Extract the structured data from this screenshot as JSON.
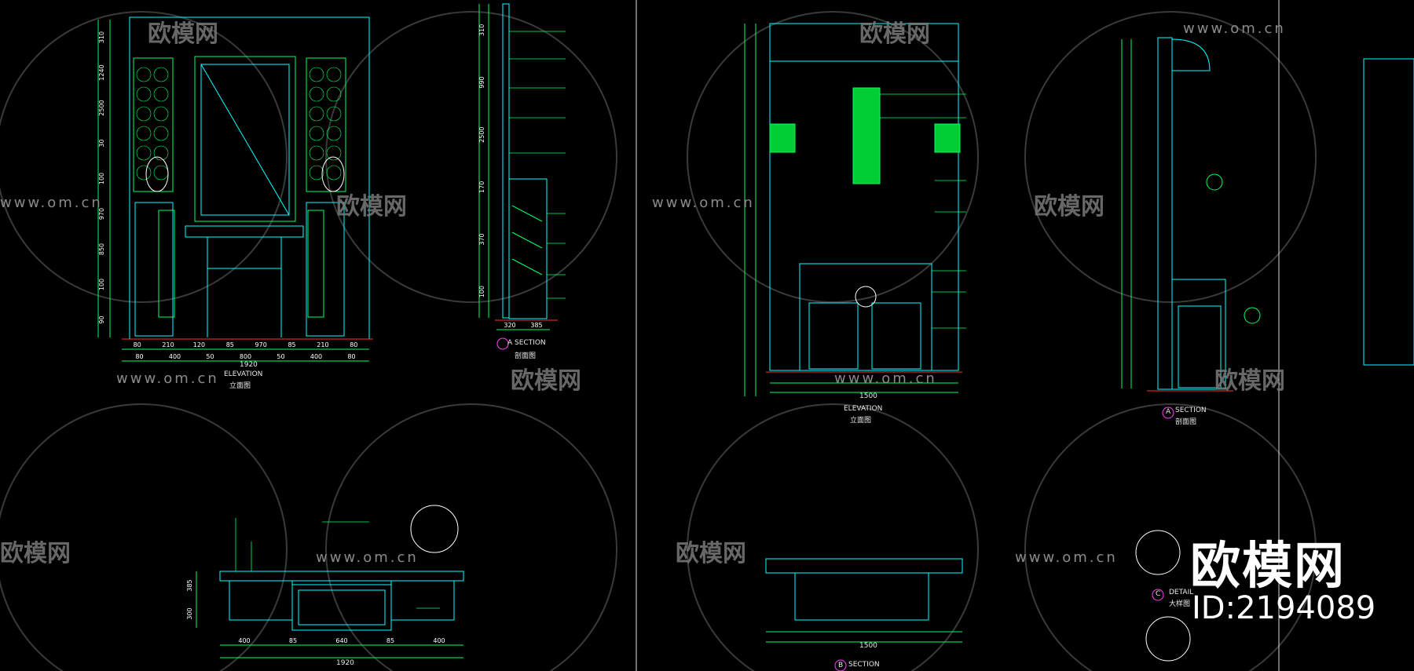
{
  "watermarks": {
    "brand": "欧模网",
    "url": "www.om.cn"
  },
  "logo": {
    "brand": "欧模网",
    "id_label": "ID:2194089"
  },
  "drawings": {
    "front_elevation": {
      "title": "ELEVATION",
      "subtitle": "立面图",
      "dims_horizontal_top": [
        "80",
        "210",
        "120",
        "85",
        "970",
        "85",
        "210",
        "80"
      ],
      "dims_horizontal_bottom": [
        "80",
        "400",
        "50",
        "800",
        "50",
        "400",
        "80"
      ],
      "total_width": "1920",
      "dims_vertical": [
        "310",
        "1240",
        "2500",
        "30",
        "100",
        "970",
        "850",
        "100",
        "90"
      ]
    },
    "section_a": {
      "marker": "A",
      "title": "SECTION",
      "subtitle": "剖面图",
      "dims_vertical": [
        "310",
        "990",
        "2500",
        "170",
        "370",
        "100"
      ],
      "dims_bottom": [
        "320",
        "385"
      ]
    },
    "plan": {
      "dims_bottom": [
        "400",
        "85",
        "640",
        "85",
        "400"
      ],
      "total_width": "1920",
      "dims_left": [
        "385",
        "300"
      ]
    },
    "right_elevation": {
      "title": "ELEVATION",
      "subtitle": "立面图",
      "total_width": "1500"
    },
    "section_right": {
      "marker": "A",
      "title": "SECTION",
      "subtitle": "剖面图"
    },
    "right_plan": {
      "marker": "B",
      "title": "SECTION",
      "total_width": "1500"
    },
    "detail": {
      "marker": "C",
      "title": "DETAIL",
      "subtitle": "大样图"
    }
  }
}
